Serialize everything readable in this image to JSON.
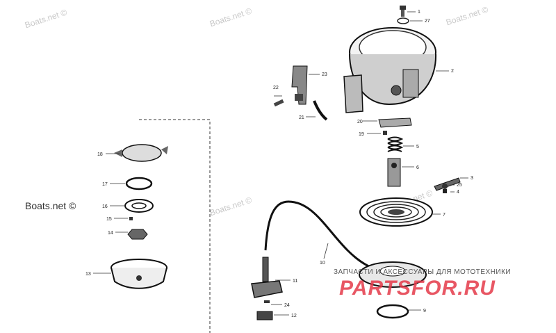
{
  "watermarks": {
    "top_left": "Boats.net ©",
    "top_center": "Boats.net ©",
    "top_right": "Boats.net ©",
    "mid_left": "Boats.net ©",
    "mid_center": "Boats.net ©",
    "mid_right": "Boats.net ©"
  },
  "brand": {
    "tagline": "ЗАПЧАСТИ И АКСЕССУАРЫ ДЛЯ МОТОТЕХНИКИ",
    "name": "PARTSFOR.RU"
  },
  "callouts": [
    {
      "id": "1",
      "label": "1"
    },
    {
      "id": "27",
      "label": "27"
    },
    {
      "id": "2",
      "label": "2"
    },
    {
      "id": "23",
      "label": "23"
    },
    {
      "id": "22",
      "label": "22"
    },
    {
      "id": "21",
      "label": "21"
    },
    {
      "id": "20",
      "label": "20"
    },
    {
      "id": "19",
      "label": "19"
    },
    {
      "id": "5",
      "label": "5"
    },
    {
      "id": "6",
      "label": "6"
    },
    {
      "id": "3",
      "label": "3"
    },
    {
      "id": "25",
      "label": "25"
    },
    {
      "id": "4",
      "label": "4"
    },
    {
      "id": "7",
      "label": "7"
    },
    {
      "id": "18",
      "label": "18"
    },
    {
      "id": "17",
      "label": "17"
    },
    {
      "id": "16",
      "label": "16"
    },
    {
      "id": "15",
      "label": "15"
    },
    {
      "id": "14",
      "label": "14"
    },
    {
      "id": "13",
      "label": "13"
    },
    {
      "id": "10",
      "label": "10"
    },
    {
      "id": "11",
      "label": "11"
    },
    {
      "id": "24",
      "label": "24"
    },
    {
      "id": "12",
      "label": "12"
    },
    {
      "id": "9",
      "label": "9"
    }
  ]
}
